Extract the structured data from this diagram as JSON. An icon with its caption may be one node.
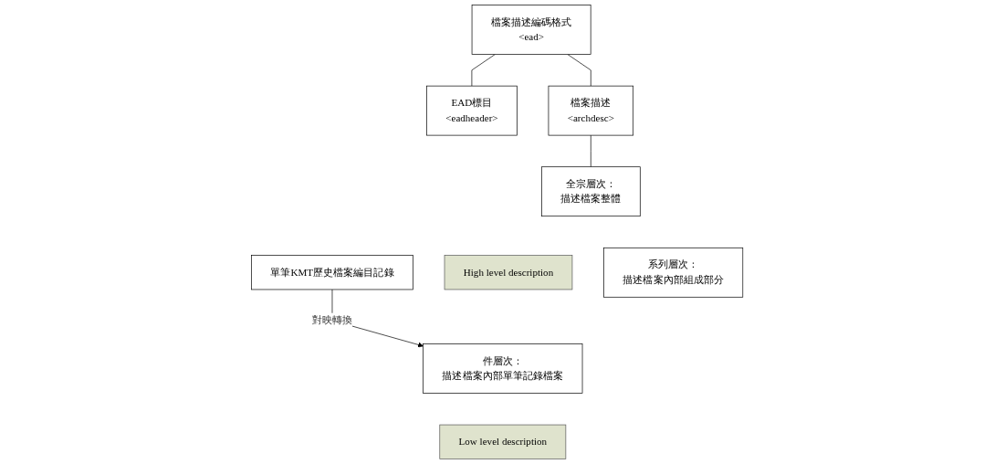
{
  "diagram": {
    "nodes": [
      {
        "text": [
          "檔案描述編碼格式",
          "<ead>"
        ]
      },
      {
        "text": [
          "EAD標目",
          "<eadheader>"
        ]
      },
      {
        "text": [
          "檔案描述",
          "<archdesc>"
        ]
      },
      {
        "text": [
          "全宗層次：",
          "描述檔案整體"
        ]
      },
      {
        "text": [
          "系列層次：",
          "描述檔案內部組成部分"
        ]
      },
      {
        "text": [
          "件層次：",
          "描述檔案內部單筆記錄檔案"
        ]
      },
      {
        "text": [
          "High level description"
        ]
      },
      {
        "text": [
          "Low level description"
        ]
      },
      {
        "text": [
          "單筆KMT歷史檔案編目記錄"
        ]
      }
    ],
    "edges": [
      {
        "from": 0,
        "to": 1,
        "arrow": "none"
      },
      {
        "from": 0,
        "to": 2,
        "arrow": "none"
      },
      {
        "from": 2,
        "to": 3,
        "arrow": "none"
      },
      {
        "from": 8,
        "to": 5,
        "arrow": "to",
        "label": "對映轉換"
      }
    ]
  }
}
